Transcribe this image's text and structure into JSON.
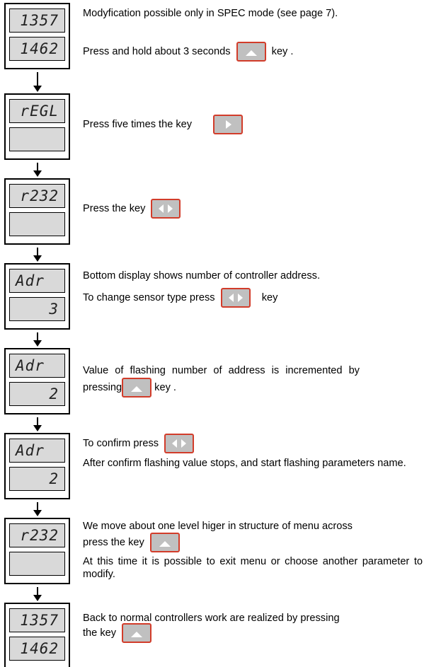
{
  "steps": [
    {
      "display_top": "1357",
      "display_bottom": "1462",
      "text": [
        "Modyfication possible only in SPEC mode  (see page 7).",
        "Press and hold about 3 seconds",
        "key ."
      ],
      "keys": [
        "up-arrow-key"
      ]
    },
    {
      "display_top": "rEGL",
      "display_bottom": "",
      "text": [
        "Press five times the key"
      ],
      "keys": [
        "right-arrow-key"
      ]
    },
    {
      "display_top": "r232",
      "display_bottom": "",
      "text": [
        "Press the key"
      ],
      "keys": [
        "left-right-arrow-key"
      ]
    },
    {
      "display_top": "Adr",
      "display_bottom": "3",
      "text": [
        "Bottom display shows number of controller address.",
        "To change sensor type press",
        "key"
      ],
      "keys": [
        "left-right-arrow-key"
      ]
    },
    {
      "display_top": "Adr",
      "display_bottom": "2",
      "text": [
        "Value of flashing number of address is incremented by",
        "pressing",
        "key ."
      ],
      "keys": [
        "up-arrow-key"
      ]
    },
    {
      "display_top": "Adr",
      "display_bottom": "2",
      "text": [
        "To confirm press",
        "After confirm flashing value stops, and start flashing parameters name."
      ],
      "keys": [
        "left-right-arrow-key"
      ]
    },
    {
      "display_top": "r232",
      "display_bottom": "",
      "text": [
        "We move about one level higer in structure of menu across",
        "press the key",
        "At this time it is possible to exit menu or choose another parameter to modify."
      ],
      "keys": [
        "up-arrow-key"
      ]
    },
    {
      "display_top": "1357",
      "display_bottom": "1462",
      "text": [
        "Back to normal controllers work are realized by pressing",
        "the key"
      ],
      "keys": [
        "up-arrow-key"
      ]
    }
  ],
  "colors": {
    "key_border": "#d23c2a",
    "key_fill": "#c0c0c0",
    "display_fill": "#d9d9d9"
  }
}
